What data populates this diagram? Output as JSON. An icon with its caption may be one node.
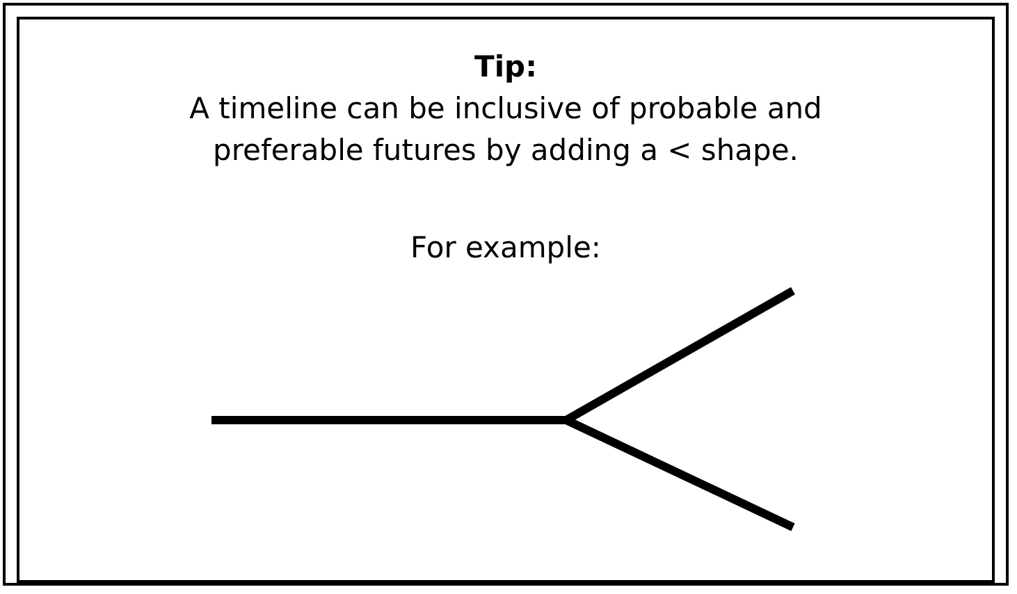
{
  "diagram": {
    "nodes": [
      {
        "text": [
          "Tip:",
          "A timeline can be inclusive of probable and preferable futures by adding a < shape.",
          "For example:"
        ]
      }
    ]
  }
}
